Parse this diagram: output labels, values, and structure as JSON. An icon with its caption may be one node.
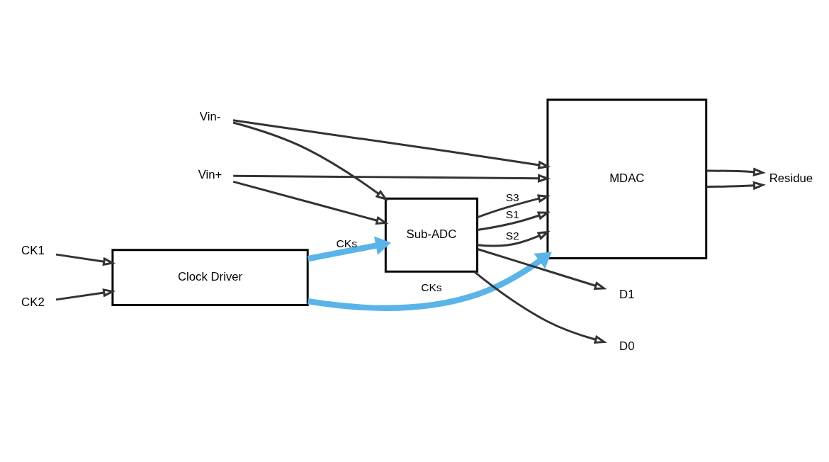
{
  "diagram": {
    "nodes": [
      {
        "text": [
          "Clock Driver"
        ]
      },
      {
        "text": [
          "MDAC"
        ]
      },
      {
        "text": [
          "Sub-ADC"
        ]
      },
      {
        "text": [
          "CK1"
        ]
      },
      {
        "text": [
          "CK2"
        ]
      },
      {
        "text": [
          "Vin+"
        ]
      },
      {
        "text": [
          "Vin-"
        ]
      },
      {
        "text": [
          "D1"
        ]
      },
      {
        "text": [
          "D0"
        ]
      },
      {
        "text": [
          "Residue"
        ]
      }
    ],
    "edges": [
      {
        "from": 3,
        "to": 0,
        "arrow": "to"
      },
      {
        "from": 4,
        "to": 0,
        "arrow": "to"
      },
      {
        "from": 0,
        "to": 2,
        "arrow": "to",
        "label": "CKs",
        "style": "thick",
        "color": "#5ab4e8"
      },
      {
        "from": 0,
        "to": 1,
        "arrow": "to",
        "label": "CKs",
        "style": "thick",
        "color": "#5ab4e8"
      },
      {
        "from": 5,
        "to": 1,
        "arrow": "to"
      },
      {
        "from": 5,
        "to": 2,
        "arrow": "to"
      },
      {
        "from": 6,
        "to": 1,
        "arrow": "to"
      },
      {
        "from": 6,
        "to": 2,
        "arrow": "to"
      },
      {
        "from": 2,
        "to": 1,
        "arrow": "to",
        "label": "S1"
      },
      {
        "from": 2,
        "to": 1,
        "arrow": "to",
        "label": "S2"
      },
      {
        "from": 2,
        "to": 1,
        "arrow": "to",
        "label": "S3"
      },
      {
        "from": 2,
        "to": 7,
        "arrow": "to"
      },
      {
        "from": 2,
        "to": 8,
        "arrow": "to"
      },
      {
        "from": 1,
        "to": 9,
        "arrow": "to"
      },
      {
        "from": 1,
        "to": 9,
        "arrow": "to"
      }
    ]
  }
}
